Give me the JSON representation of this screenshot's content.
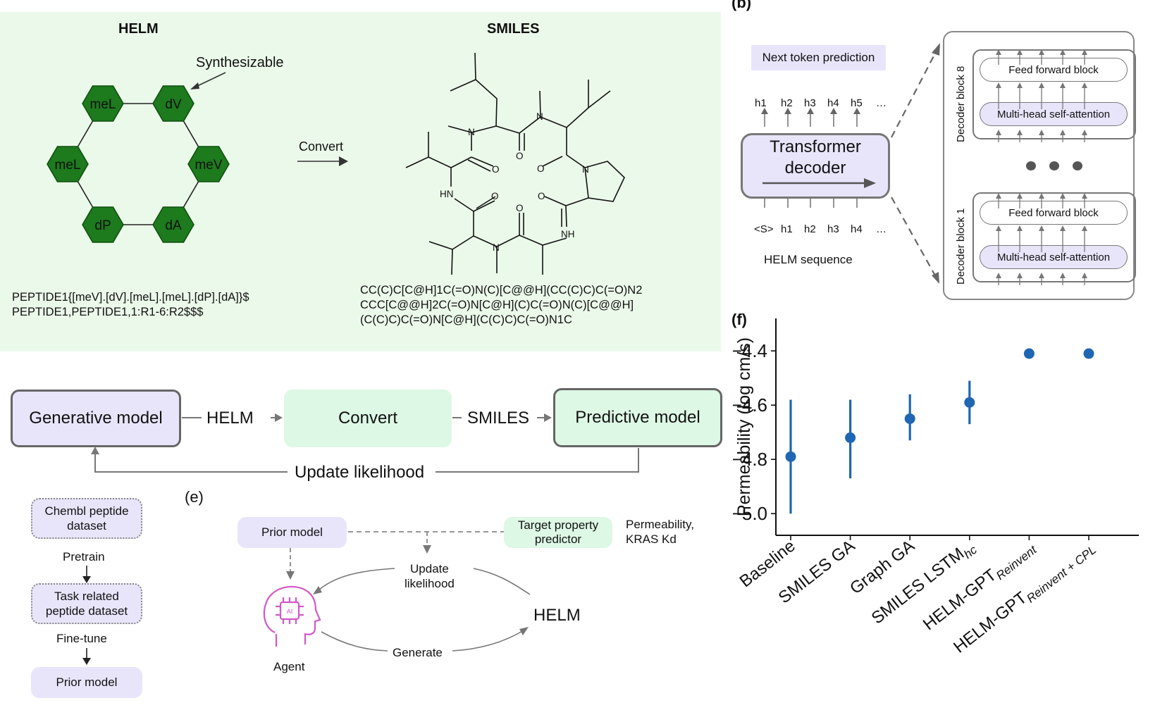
{
  "panel_a": {
    "helm_title": "HELM",
    "smiles_title": "SMILES",
    "synthesizable": "Synthesizable",
    "convert": "Convert",
    "nodes": [
      "meL",
      "dV",
      "meL",
      "meV",
      "dP",
      "dA"
    ],
    "helm_sequence": "PEPTIDE1{[meV].[dV].[meL].[meL].[dP].[dA]}$\nPEPTIDE1,PEPTIDE1,1:R1-6:R2$$$",
    "smiles_sequence": "CC(C)C[C@H]1C(=O)N(C)[C@@H](CC(C)C)C(=O)N2\nCCC[C@@H]2C(=O)N[C@H](C)C(=O)N(C)[C@@H]\n(C(C)C)C(=O)N[C@H](C(C)C)C(=O)N1C",
    "atoms": {
      "N": "N",
      "O": "O",
      "HN": "HN",
      "NH": "NH"
    }
  },
  "panel_b": {
    "panel_label": "(b)",
    "next_token": "Next token prediction",
    "transformer": "Transformer\ndecoder",
    "outputs": [
      "h1",
      "h2",
      "h3",
      "h4",
      "h5",
      "…"
    ],
    "inputs": [
      "<S>",
      "h1",
      "h2",
      "h3",
      "h4",
      "…"
    ],
    "helm_sequence": "HELM sequence",
    "block8": "Decoder block 8",
    "block1": "Decoder block 1",
    "ffb": "Feed forward block",
    "mhsa": "Multi-head self-attention"
  },
  "panel_c": {
    "generative": "Generative model",
    "helm": "HELM",
    "convert": "Convert",
    "smiles": "SMILES",
    "predictive": "Predictive model",
    "update": "Update likelihood"
  },
  "panel_d": {
    "chembl": "Chembl peptide\ndataset",
    "pretrain": "Pretrain",
    "task": "Task related\npeptide dataset",
    "finetune": "Fine-tune",
    "prior": "Prior model"
  },
  "panel_e": {
    "panel_label": "(e)",
    "prior": "Prior model",
    "target": "Target property\npredictor",
    "permeability": "Permeability,\nKRAS Kd",
    "update": "Update\nlikelihood",
    "helm": "HELM",
    "generate": "Generate",
    "agent": "Agent",
    "ai": "AI"
  },
  "chart_data": {
    "type": "scatter",
    "panel_label": "(f)",
    "ylabel": "Permeability (log cm/s)",
    "categories": [
      "Baseline",
      "SMILES GA",
      "Graph GA",
      "SMILES LSTM_hc",
      "HELM-GPT_Reinvent",
      "HELM-GPT_Reinvent + CPL"
    ],
    "category_main": [
      "Baseline",
      "SMILES GA",
      "Graph GA",
      "SMILES LSTM",
      "HELM-GPT",
      "HELM-GPT"
    ],
    "category_sub": [
      "",
      "",
      "",
      "hc",
      "Reinvent",
      "Reinvent + CPL"
    ],
    "values": [
      -4.79,
      -4.72,
      -4.65,
      -4.59,
      -4.41,
      -4.41
    ],
    "err_low": [
      -5.0,
      -4.87,
      -4.73,
      -4.67,
      null,
      null
    ],
    "err_high": [
      -4.58,
      -4.58,
      -4.56,
      -4.51,
      null,
      null
    ],
    "ylim": [
      -5.08,
      -4.28
    ],
    "yticks": [
      -5.0,
      -4.8,
      -4.6,
      -4.4
    ],
    "ytick_labels": [
      "−5.0",
      "−4.8",
      "−4.6",
      "−4.4"
    ],
    "color": "#1f66b3",
    "grid": false
  }
}
